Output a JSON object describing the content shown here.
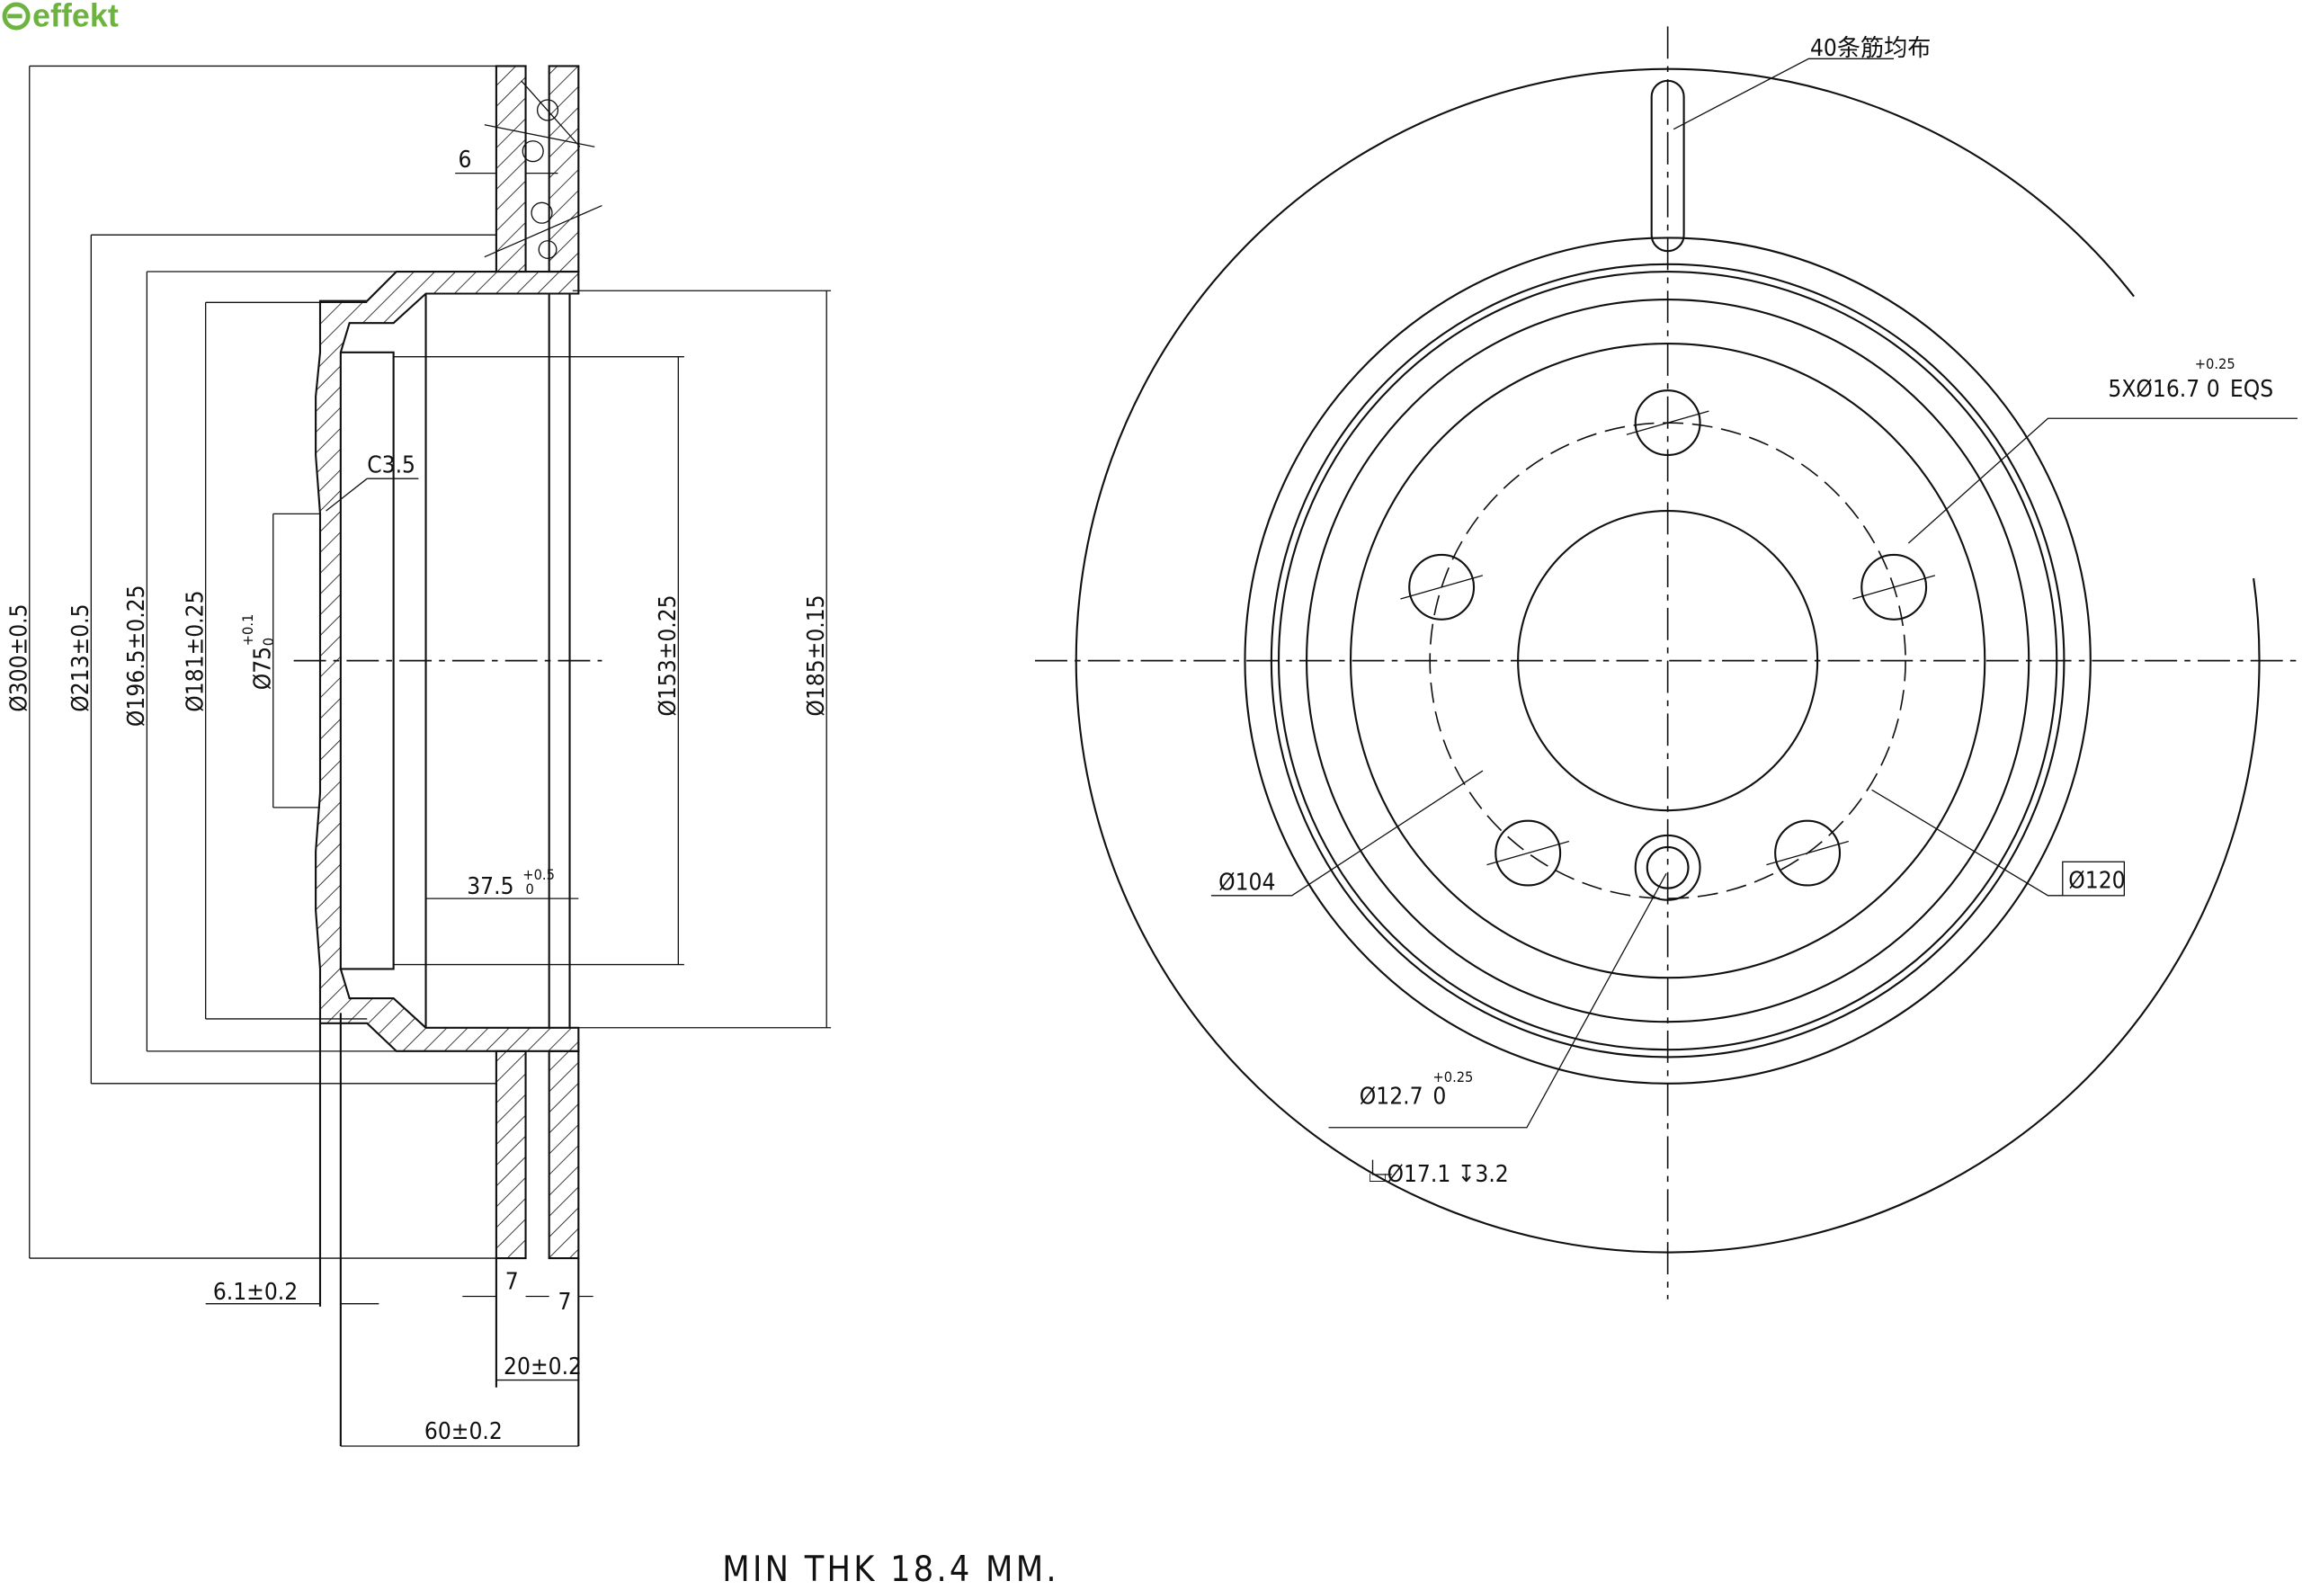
{
  "logo": {
    "text": "effekt",
    "color": "#6db33f"
  },
  "section_view": {
    "dims": {
      "d300": "Ø300±0.5",
      "d213": "Ø213±0.5",
      "d196": "Ø196.5±0.25",
      "d181": "Ø181±0.25",
      "d75": "Ø75",
      "d75_tol_upper": "+0.1",
      "d75_tol_lower": "0",
      "d153": "Ø153±0.25",
      "d185": "Ø185±0.15",
      "chamfer": "C3.5",
      "vent_gap": "6",
      "offset": "37.5",
      "offset_tol_upper": "+0.5",
      "offset_tol_lower": "0",
      "hat_wall": "6.1±0.2",
      "plate_left": "7",
      "plate_right": "7",
      "thickness": "20±0.2",
      "height": "60±0.2"
    }
  },
  "front_view": {
    "ribs_note": "40条筋均布",
    "bolt_holes": {
      "label": "5XØ16.7",
      "tol_upper": "+0.25",
      "tol_lower": "0",
      "suffix": "EQS"
    },
    "pcd_inner": "Ø104",
    "pcd_outer": "Ø120",
    "small_hole": {
      "label": "Ø12.7",
      "tol_upper": "+0.25",
      "tol_lower": "0"
    },
    "counterbore": "⌴Ø17.1 ↧3.2"
  },
  "note": "MIN THK 18.4 MM."
}
